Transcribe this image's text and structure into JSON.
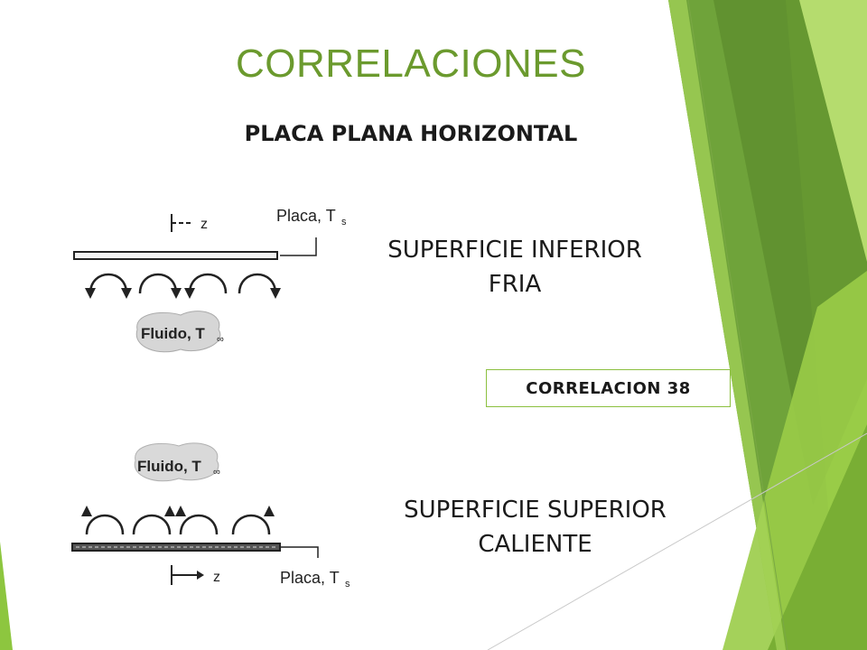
{
  "slide": {
    "title": "CORRELACIONES",
    "subtitle": "PLACA PLANA HORIZONTAL"
  },
  "figure_bottom_cold": {
    "plate_label": "Placa, T",
    "plate_label_sub": "s",
    "fluid_label": "Fluido, T",
    "fluid_label_sub": "∞",
    "axis_label": "z",
    "description": {
      "line1": "SUPERFICIE INFERIOR",
      "line2": "FRIA"
    }
  },
  "correlation_box": {
    "label": "CORRELACION 38"
  },
  "figure_top_hot": {
    "plate_label": "Placa, T",
    "plate_label_sub": "s",
    "fluid_label": "Fluido, T",
    "fluid_label_sub": "∞",
    "axis_label": "z",
    "description": {
      "line1": "SUPERFICIE SUPERIOR",
      "line2": "CALIENTE"
    }
  },
  "colors": {
    "title_green": "#6b9a2e",
    "accent_light": "#8cc040",
    "accent_dark": "#5a8a2a"
  }
}
